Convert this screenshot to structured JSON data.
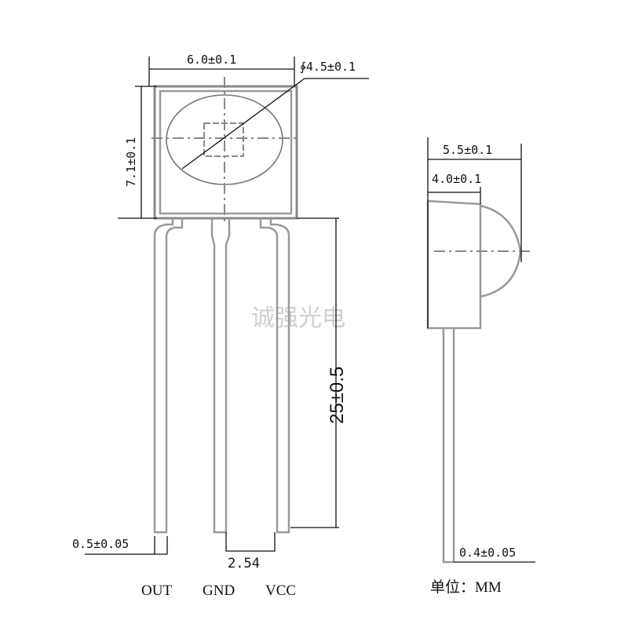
{
  "front_view": {
    "width_dim": "6.0±0.1",
    "lens_dim": "∳4.5±0.1",
    "height_dim": "7.1±0.1",
    "lead_length_dim": "25±0.5",
    "lead_width_dim": "0.5±0.05",
    "pitch_dim": "2.54",
    "pins": [
      "OUT",
      "GND",
      "VCC"
    ]
  },
  "watermark": "诚强光电",
  "side_view": {
    "depth_dim": "5.5±0.1",
    "body_depth_dim": "4.0±0.1",
    "lead_thickness_dim": "0.4±0.05",
    "unit_label": "单位：MM"
  }
}
